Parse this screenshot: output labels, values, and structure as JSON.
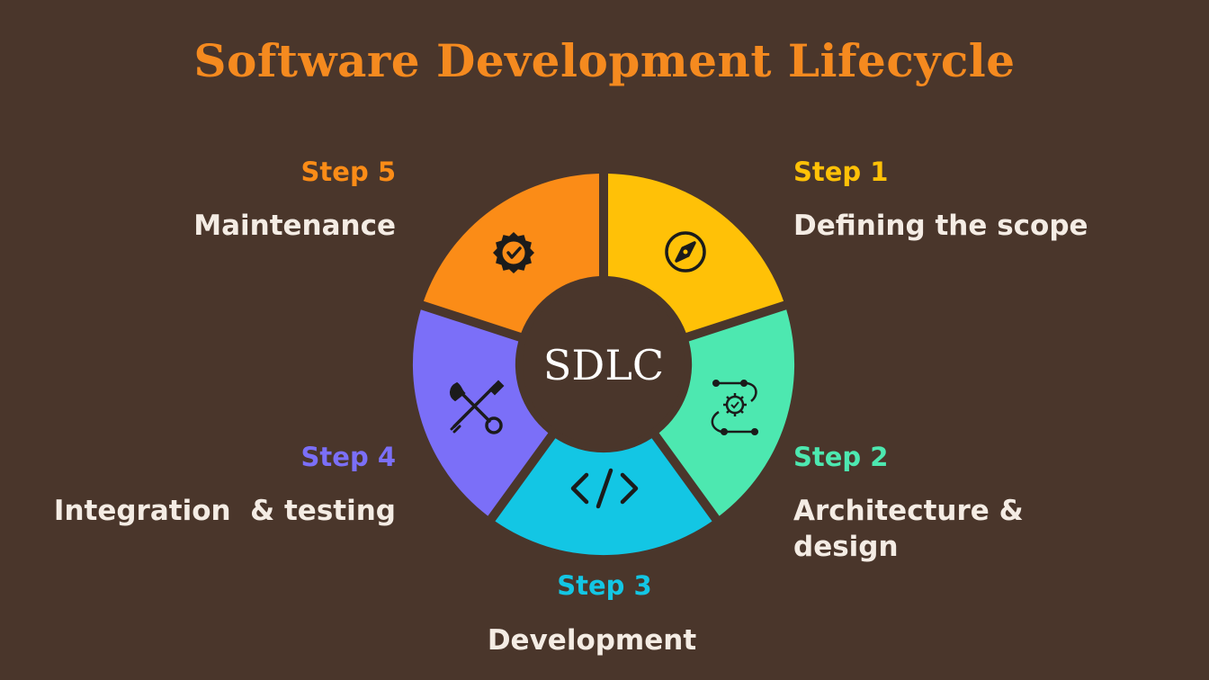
{
  "title": "Software Development Lifecycle",
  "center_label": "SDLC",
  "colors": {
    "background": "#4a362b",
    "title": "#f58a1f",
    "center": "#4a362b",
    "icon": "#1b1b1b"
  },
  "steps": [
    {
      "step": "Step 1",
      "name": "Defining the scope",
      "color": "#ffc107",
      "icon": "compass-icon"
    },
    {
      "step": "Step 2",
      "name": "Architecture & design",
      "name_line1": "Architecture &",
      "name_line2": "design",
      "color": "#4de8b0",
      "icon": "gear-network-icon"
    },
    {
      "step": "Step 3",
      "name": "Development",
      "color": "#13c6e4",
      "icon": "code-icon"
    },
    {
      "step": "Step 4",
      "name": "Integration  & testing",
      "color": "#7b6ff8",
      "icon": "tools-icon"
    },
    {
      "step": "Step 5",
      "name": "Maintenance",
      "color": "#fb8c17",
      "icon": "badge-check-icon"
    }
  ]
}
